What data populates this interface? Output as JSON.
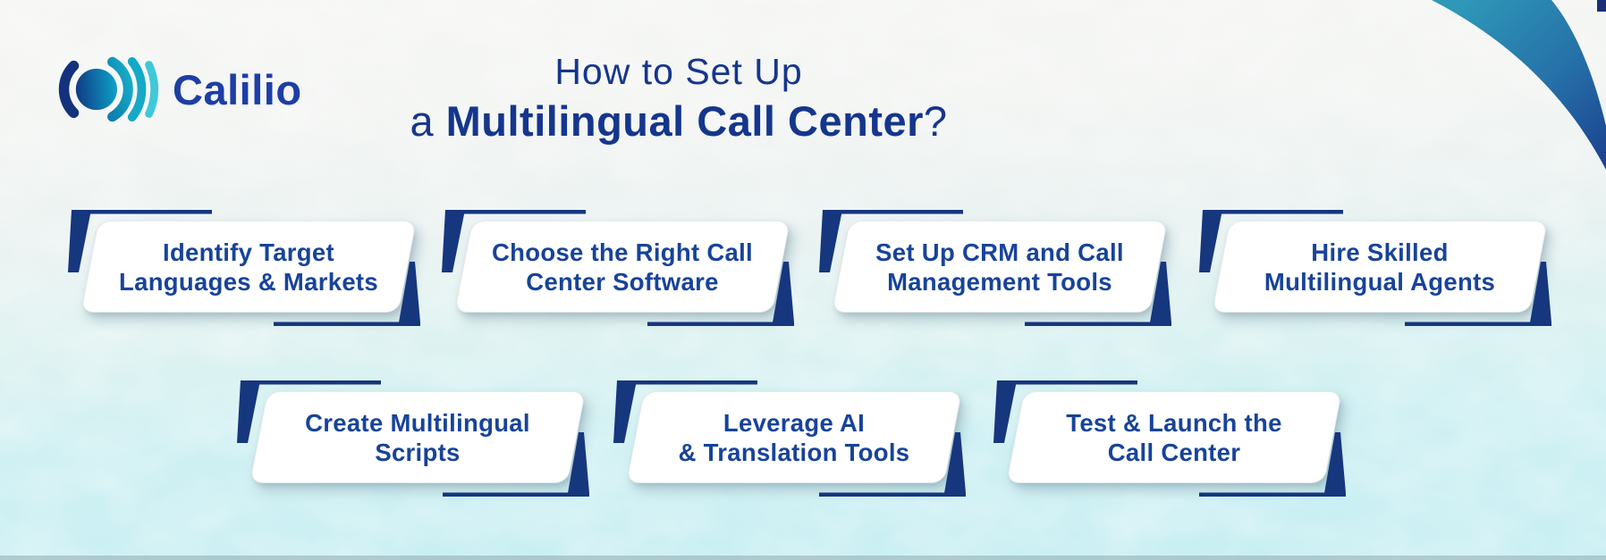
{
  "brand": {
    "name": "Calilio",
    "icon": "call-sound-wave-icon"
  },
  "header": {
    "title_line1": "How to Set Up",
    "title_line2_prefix": "a ",
    "title_line2_bold": "Multilingual Call Center",
    "title_line2_suffix": "?"
  },
  "steps": [
    {
      "label": "Identify Target\nLanguages & Markets"
    },
    {
      "label": "Choose the Right Call\nCenter Software"
    },
    {
      "label": "Set Up CRM and Call\nManagement Tools"
    },
    {
      "label": "Hire Skilled\nMultilingual Agents"
    },
    {
      "label": "Create Multilingual\nScripts"
    },
    {
      "label": "Leverage AI\n& Translation Tools"
    },
    {
      "label": "Test & Launch the\nCall Center"
    }
  ],
  "colors": {
    "navy_accent": "#16367e",
    "card_text": "#17439a",
    "title_text": "#15368c",
    "logo_text": "#1c3ea6",
    "swoosh_teal": "#2f97b8",
    "swoosh_navy": "#1c4390",
    "background_top": "#f6f7f5",
    "background_bottom": "#c8eff3",
    "card_background": "#ffffff"
  }
}
